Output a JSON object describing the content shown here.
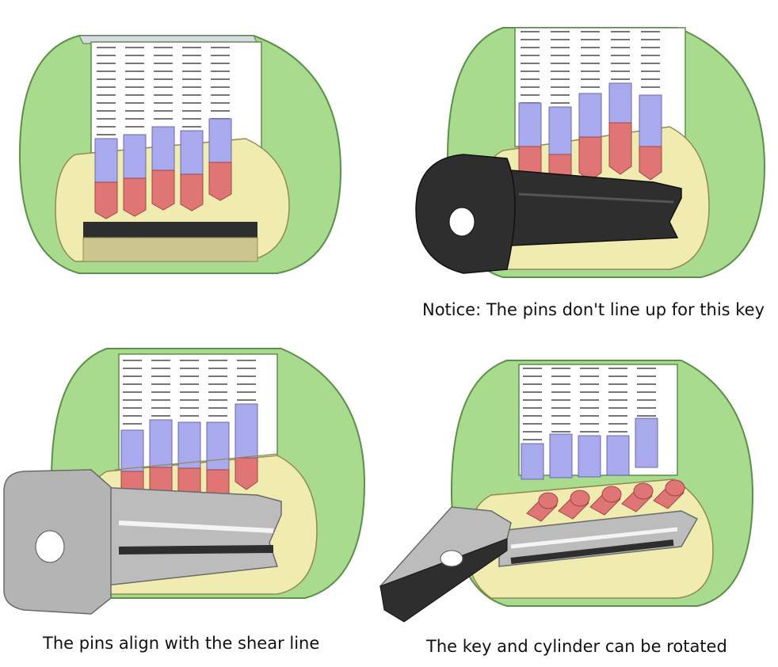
{
  "panels": [
    {
      "id": "tl",
      "state": "no-key",
      "caption": ""
    },
    {
      "id": "tr",
      "state": "wrong-key",
      "caption": "Notice: The pins don't line up for this key"
    },
    {
      "id": "bl",
      "state": "correct-key",
      "caption": "The pins align with the shear line"
    },
    {
      "id": "br",
      "state": "rotated",
      "caption": "The key and cylinder can be rotated"
    }
  ],
  "colors": {
    "housing": "#a9db8f",
    "housing_edge": "#5c8f49",
    "plug": "#f0ecb0",
    "plug_edge": "#8f8a55",
    "driver_pin": "#a9a9ee",
    "key_pin": "#e07575",
    "spring": "#777777",
    "key_wrong": "#2e2e2e",
    "key_correct": "#bcbcbc"
  }
}
